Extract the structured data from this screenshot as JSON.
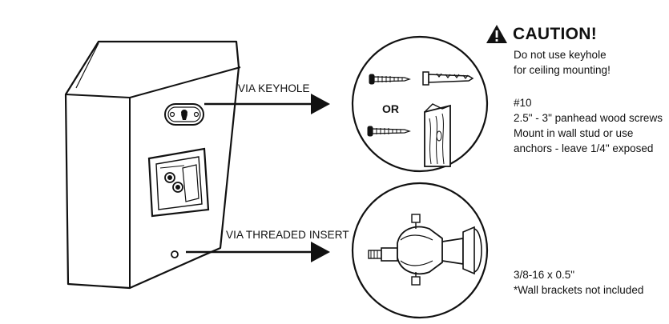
{
  "labels": {
    "keyhole": "VIA KEYHOLE",
    "threaded": "VIA THREADED INSERT",
    "or": "OR"
  },
  "caution": {
    "icon": "warning-triangle-icon",
    "title": "CAUTION!",
    "line1": "Do not use keyhole",
    "line2": "for ceiling mounting!"
  },
  "screws": {
    "size": "#10",
    "line1": "2.5\" - 3\" panhead wood screws",
    "line2": "Mount in wall stud or use",
    "line3": "anchors - leave 1/4\" exposed"
  },
  "insert": {
    "line1": "3/8-16 x 0.5\"",
    "line2": "*Wall brackets not included"
  },
  "colors": {
    "ink": "#111111",
    "background": "#ffffff"
  }
}
